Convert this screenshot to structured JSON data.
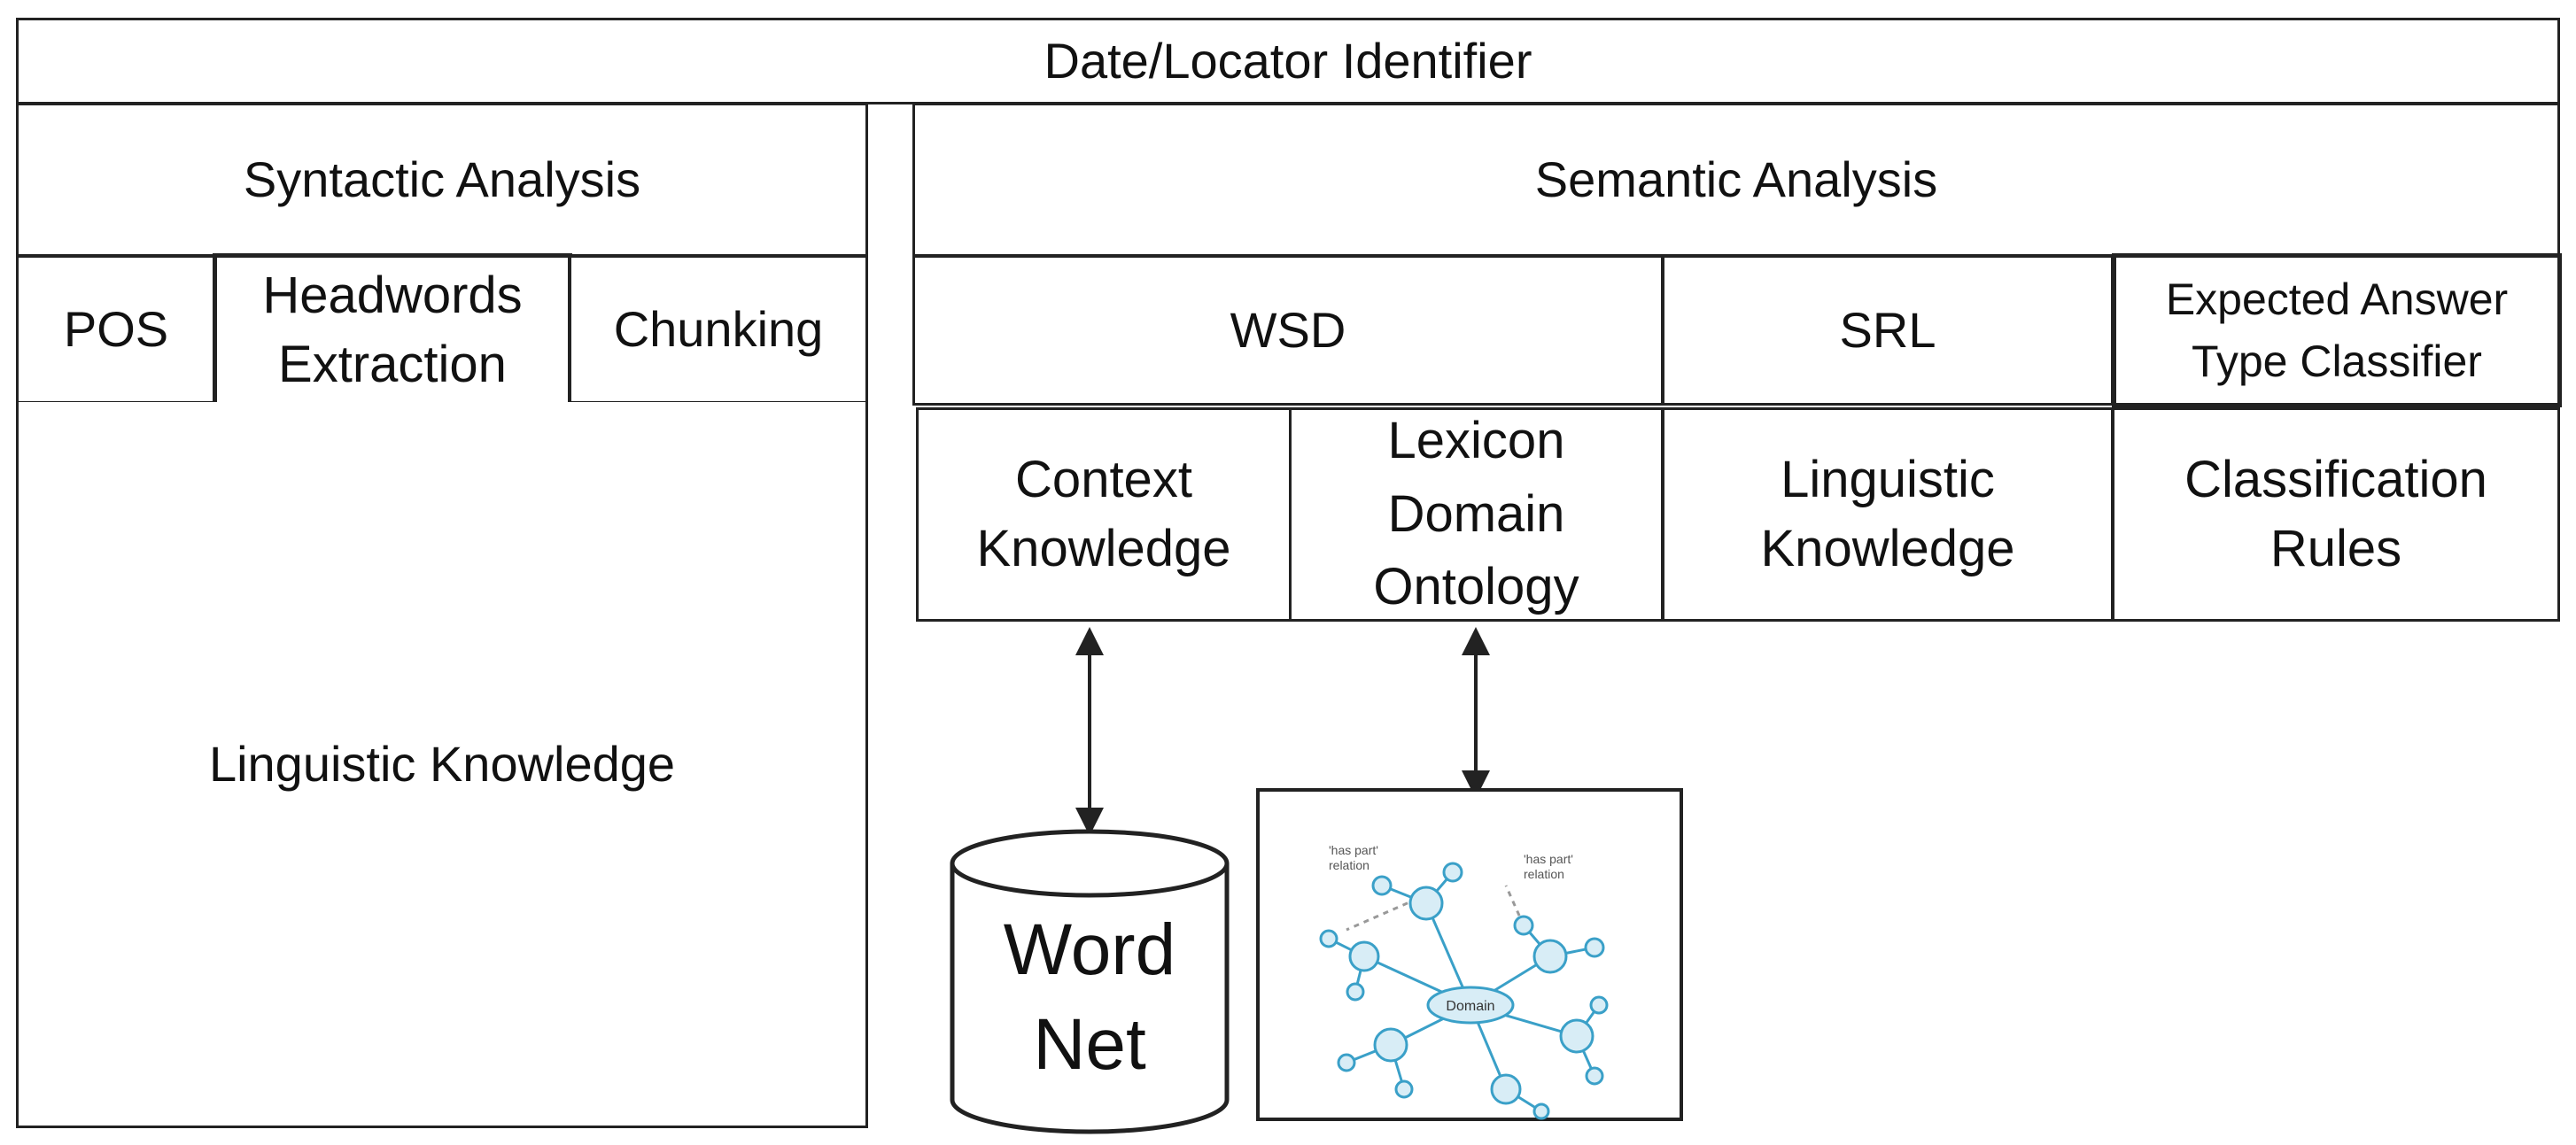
{
  "header": {
    "title": "Date/Locator Identifier"
  },
  "syntactic": {
    "title": "Syntactic Analysis",
    "modules": [
      "POS",
      "Headwords\nExtraction",
      "Chunking"
    ],
    "knowledge": "Linguistic Knowledge"
  },
  "semantic": {
    "title": "Semantic Analysis",
    "modules": [
      "WSD",
      "SRL",
      "Expected Answer\nType Classifier"
    ],
    "resources": [
      "Context\nKnowledge",
      "Lexicon\nDomain\nOntology",
      "Linguistic\nKnowledge",
      "Classification\nRules"
    ]
  },
  "wordnet": {
    "label": "Word\nNet"
  },
  "ontology": {
    "center_label": "Domain",
    "relation_left": "'has part'\nrelation",
    "relation_right": "'has part'\nrelation"
  },
  "colors": {
    "border": "#222222",
    "ontology_line": "#3aa0c8",
    "ontology_node": "#d8edf6"
  }
}
